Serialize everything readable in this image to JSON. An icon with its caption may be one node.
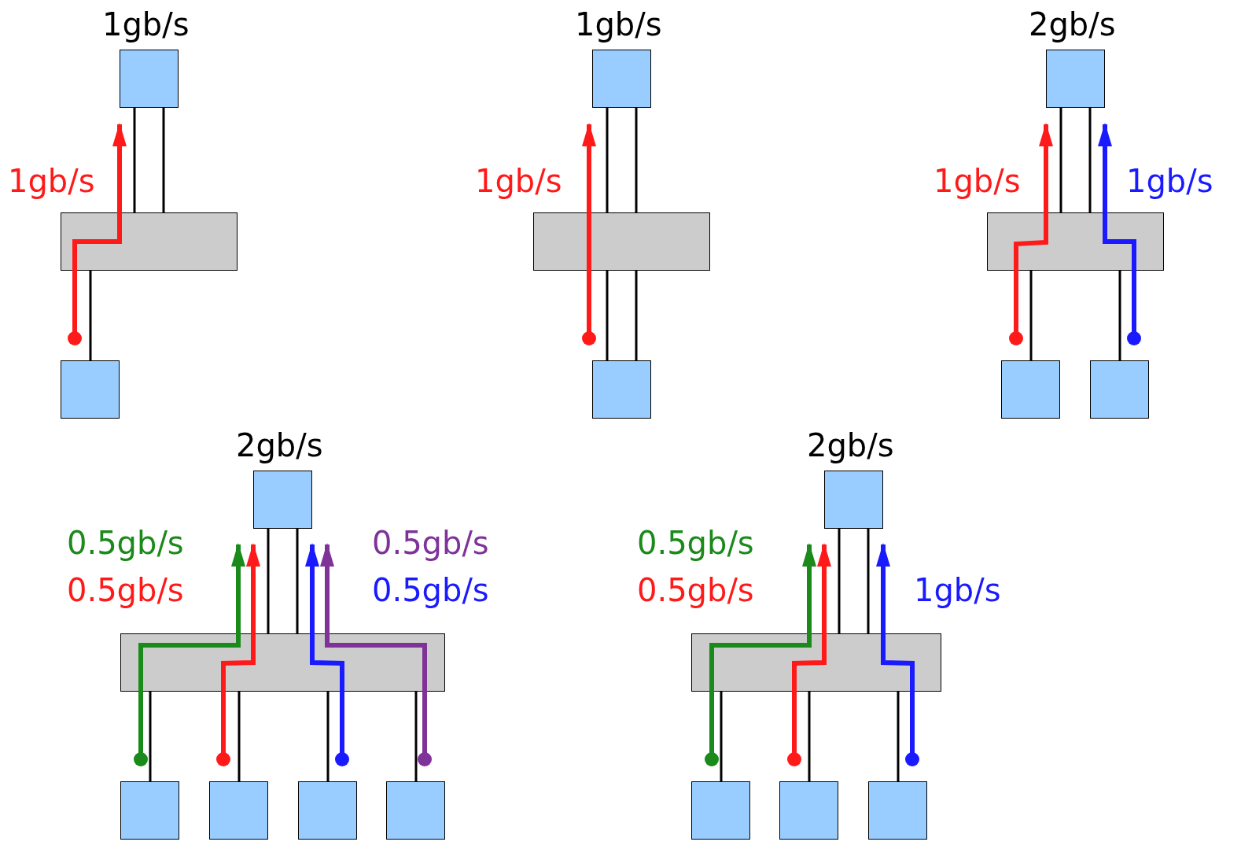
{
  "diagram": {
    "nodes": [
      {
        "text": [],
        "shape": "box",
        "beside": [
          "1gb/s"
        ]
      },
      {
        "text": [],
        "shape": "bar"
      },
      {
        "text": [],
        "shape": "box"
      },
      {
        "text": [],
        "shape": "box",
        "beside": [
          "1gb/s"
        ]
      },
      {
        "text": [],
        "shape": "bar"
      },
      {
        "text": [],
        "shape": "box"
      },
      {
        "text": [],
        "shape": "box",
        "beside": [
          "2gb/s"
        ]
      },
      {
        "text": [],
        "shape": "bar"
      },
      {
        "text": [],
        "shape": "box"
      },
      {
        "text": [],
        "shape": "box"
      },
      {
        "text": [],
        "shape": "box",
        "beside": [
          "2gb/s"
        ]
      },
      {
        "text": [],
        "shape": "bar"
      },
      {
        "text": [],
        "shape": "box"
      },
      {
        "text": [],
        "shape": "box"
      },
      {
        "text": [],
        "shape": "box"
      },
      {
        "text": [],
        "shape": "box"
      },
      {
        "text": [],
        "shape": "box",
        "beside": [
          "2gb/s"
        ]
      },
      {
        "text": [],
        "shape": "bar"
      },
      {
        "text": [],
        "shape": "box"
      },
      {
        "text": [],
        "shape": "box"
      },
      {
        "text": [],
        "shape": "box"
      }
    ],
    "edges": [
      {
        "from": 0,
        "to": 1,
        "arrow": "none"
      },
      {
        "from": 0,
        "to": 1,
        "arrow": "none"
      },
      {
        "from": 1,
        "to": 2,
        "arrow": "none"
      },
      {
        "from": 2,
        "to": 1,
        "arrow": "other",
        "style": "thick",
        "color": "#ff1a1a"
      },
      {
        "from": 1,
        "to": 0,
        "arrow": "to",
        "label": "1gb/s",
        "style": "thick",
        "color": "#ff1a1a"
      },
      {
        "from": 3,
        "to": 4,
        "arrow": "none"
      },
      {
        "from": 3,
        "to": 4,
        "arrow": "none"
      },
      {
        "from": 4,
        "to": 5,
        "arrow": "none"
      },
      {
        "from": 4,
        "to": 5,
        "arrow": "none"
      },
      {
        "from": 5,
        "to": 4,
        "arrow": "other",
        "style": "thick",
        "color": "#ff1a1a"
      },
      {
        "from": 4,
        "to": 3,
        "arrow": "to",
        "label": "1gb/s",
        "style": "thick",
        "color": "#ff1a1a"
      },
      {
        "from": 6,
        "to": 7,
        "arrow": "none"
      },
      {
        "from": 6,
        "to": 7,
        "arrow": "none"
      },
      {
        "from": 7,
        "to": 8,
        "arrow": "none"
      },
      {
        "from": 7,
        "to": 9,
        "arrow": "none"
      },
      {
        "from": 8,
        "to": 7,
        "arrow": "other",
        "style": "thick",
        "color": "#ff1a1a"
      },
      {
        "from": 7,
        "to": 6,
        "arrow": "to",
        "label": "1gb/s",
        "style": "thick",
        "color": "#ff1a1a"
      },
      {
        "from": 9,
        "to": 7,
        "arrow": "other",
        "style": "thick",
        "color": "#1a1aff"
      },
      {
        "from": 7,
        "to": 6,
        "arrow": "to",
        "label": "1gb/s",
        "style": "thick",
        "color": "#1a1aff"
      },
      {
        "from": 10,
        "to": 11,
        "arrow": "none"
      },
      {
        "from": 10,
        "to": 11,
        "arrow": "none"
      },
      {
        "from": 11,
        "to": 12,
        "arrow": "none"
      },
      {
        "from": 11,
        "to": 13,
        "arrow": "none"
      },
      {
        "from": 11,
        "to": 14,
        "arrow": "none"
      },
      {
        "from": 11,
        "to": 15,
        "arrow": "none"
      },
      {
        "from": 12,
        "to": 11,
        "arrow": "other",
        "style": "thick",
        "color": "#1a8a1a"
      },
      {
        "from": 11,
        "to": 10,
        "arrow": "to",
        "label": "0.5gb/s",
        "style": "thick",
        "color": "#1a8a1a"
      },
      {
        "from": 13,
        "to": 11,
        "arrow": "other",
        "style": "thick",
        "color": "#ff1a1a"
      },
      {
        "from": 11,
        "to": 10,
        "arrow": "to",
        "label": "0.5gb/s",
        "style": "thick",
        "color": "#ff1a1a"
      },
      {
        "from": 14,
        "to": 11,
        "arrow": "other",
        "style": "thick",
        "color": "#1a1aff"
      },
      {
        "from": 11,
        "to": 10,
        "arrow": "to",
        "label": "0.5gb/s",
        "style": "thick",
        "color": "#1a1aff"
      },
      {
        "from": 15,
        "to": 11,
        "arrow": "other",
        "style": "thick",
        "color": "#7f3399"
      },
      {
        "from": 11,
        "to": 10,
        "arrow": "to",
        "label": "0.5gb/s",
        "style": "thick",
        "color": "#7f3399"
      },
      {
        "from": 16,
        "to": 17,
        "arrow": "none"
      },
      {
        "from": 16,
        "to": 17,
        "arrow": "none"
      },
      {
        "from": 17,
        "to": 18,
        "arrow": "none"
      },
      {
        "from": 17,
        "to": 19,
        "arrow": "none"
      },
      {
        "from": 17,
        "to": 20,
        "arrow": "none"
      },
      {
        "from": 18,
        "to": 17,
        "arrow": "other",
        "style": "thick",
        "color": "#1a8a1a"
      },
      {
        "from": 17,
        "to": 16,
        "arrow": "to",
        "label": "0.5gb/s",
        "style": "thick",
        "color": "#1a8a1a"
      },
      {
        "from": 19,
        "to": 17,
        "arrow": "other",
        "style": "thick",
        "color": "#ff1a1a"
      },
      {
        "from": 17,
        "to": 16,
        "arrow": "to",
        "label": "0.5gb/s",
        "style": "thick",
        "color": "#ff1a1a"
      },
      {
        "from": 20,
        "to": 17,
        "arrow": "other",
        "style": "thick",
        "color": "#1a1aff"
      },
      {
        "from": 17,
        "to": 16,
        "arrow": "to",
        "label": "1gb/s",
        "style": "thick",
        "color": "#1a1aff"
      }
    ]
  }
}
